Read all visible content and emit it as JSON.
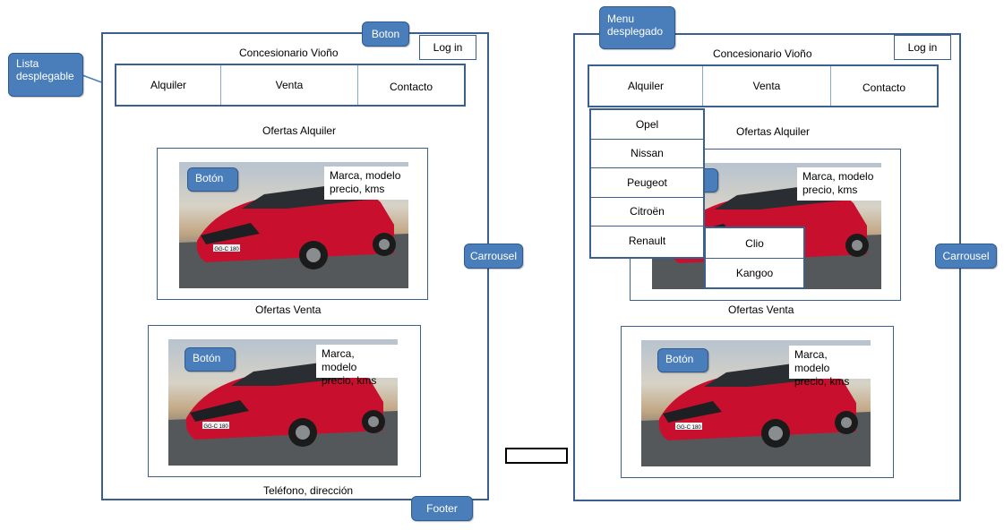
{
  "site_title": "Concesionario Vioño",
  "login_label": "Log in",
  "nav": {
    "alquiler": "Alquiler",
    "venta": "Venta",
    "contacto": "Contacto"
  },
  "sections": {
    "alquiler_title": "Ofertas Alquiler",
    "venta_title": "Ofertas Venta"
  },
  "card": {
    "button_label": "Botón",
    "info_line1": "Marca, modelo",
    "info_line2": "precio, kms"
  },
  "footer_text": "Teléfono, dirección",
  "callouts": {
    "boton": "Boton",
    "lista": "Lista desplegable",
    "carrousel": "Carrousel",
    "footer": "Footer",
    "menu": "Menu desplegado"
  },
  "dropdown_items": [
    "Opel",
    "Nissan",
    "Peugeot",
    "Citroën",
    "Renault"
  ],
  "submenu_items": [
    "Clio",
    "Kangoo"
  ],
  "car_plate": "GG-C 180",
  "colors": {
    "callout_fill": "#4a7ebb",
    "frame_border": "#3b5f8f",
    "car_body": "#c8102e"
  }
}
